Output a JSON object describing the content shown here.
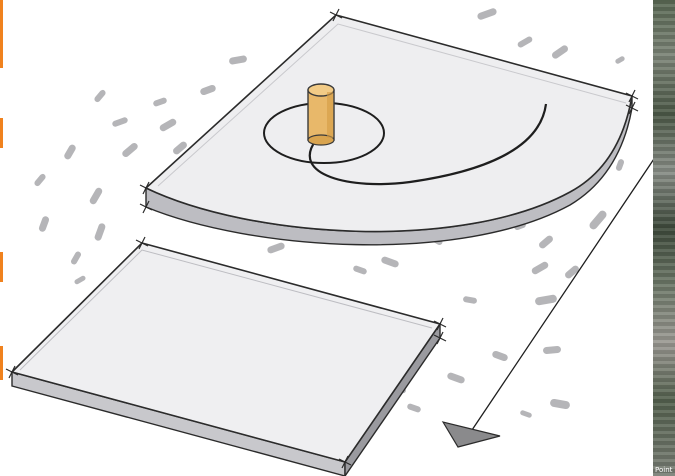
{
  "diagram": {
    "caption": "",
    "elements": [
      "upper-plane-disc",
      "vertical-cylinder",
      "spiral-curve",
      "lower-plane-slab",
      "descending-arrow"
    ]
  },
  "photo_inset": {
    "visible_text": "Point"
  },
  "colors": {
    "outline": "#2b2b2b",
    "plane_fill": "#ededf0",
    "plane_edge": "#bdbdc2",
    "flow_marks": "#a8a8ab",
    "cylinder": "#e8b86a",
    "accent_tabs": "#f0821e"
  }
}
